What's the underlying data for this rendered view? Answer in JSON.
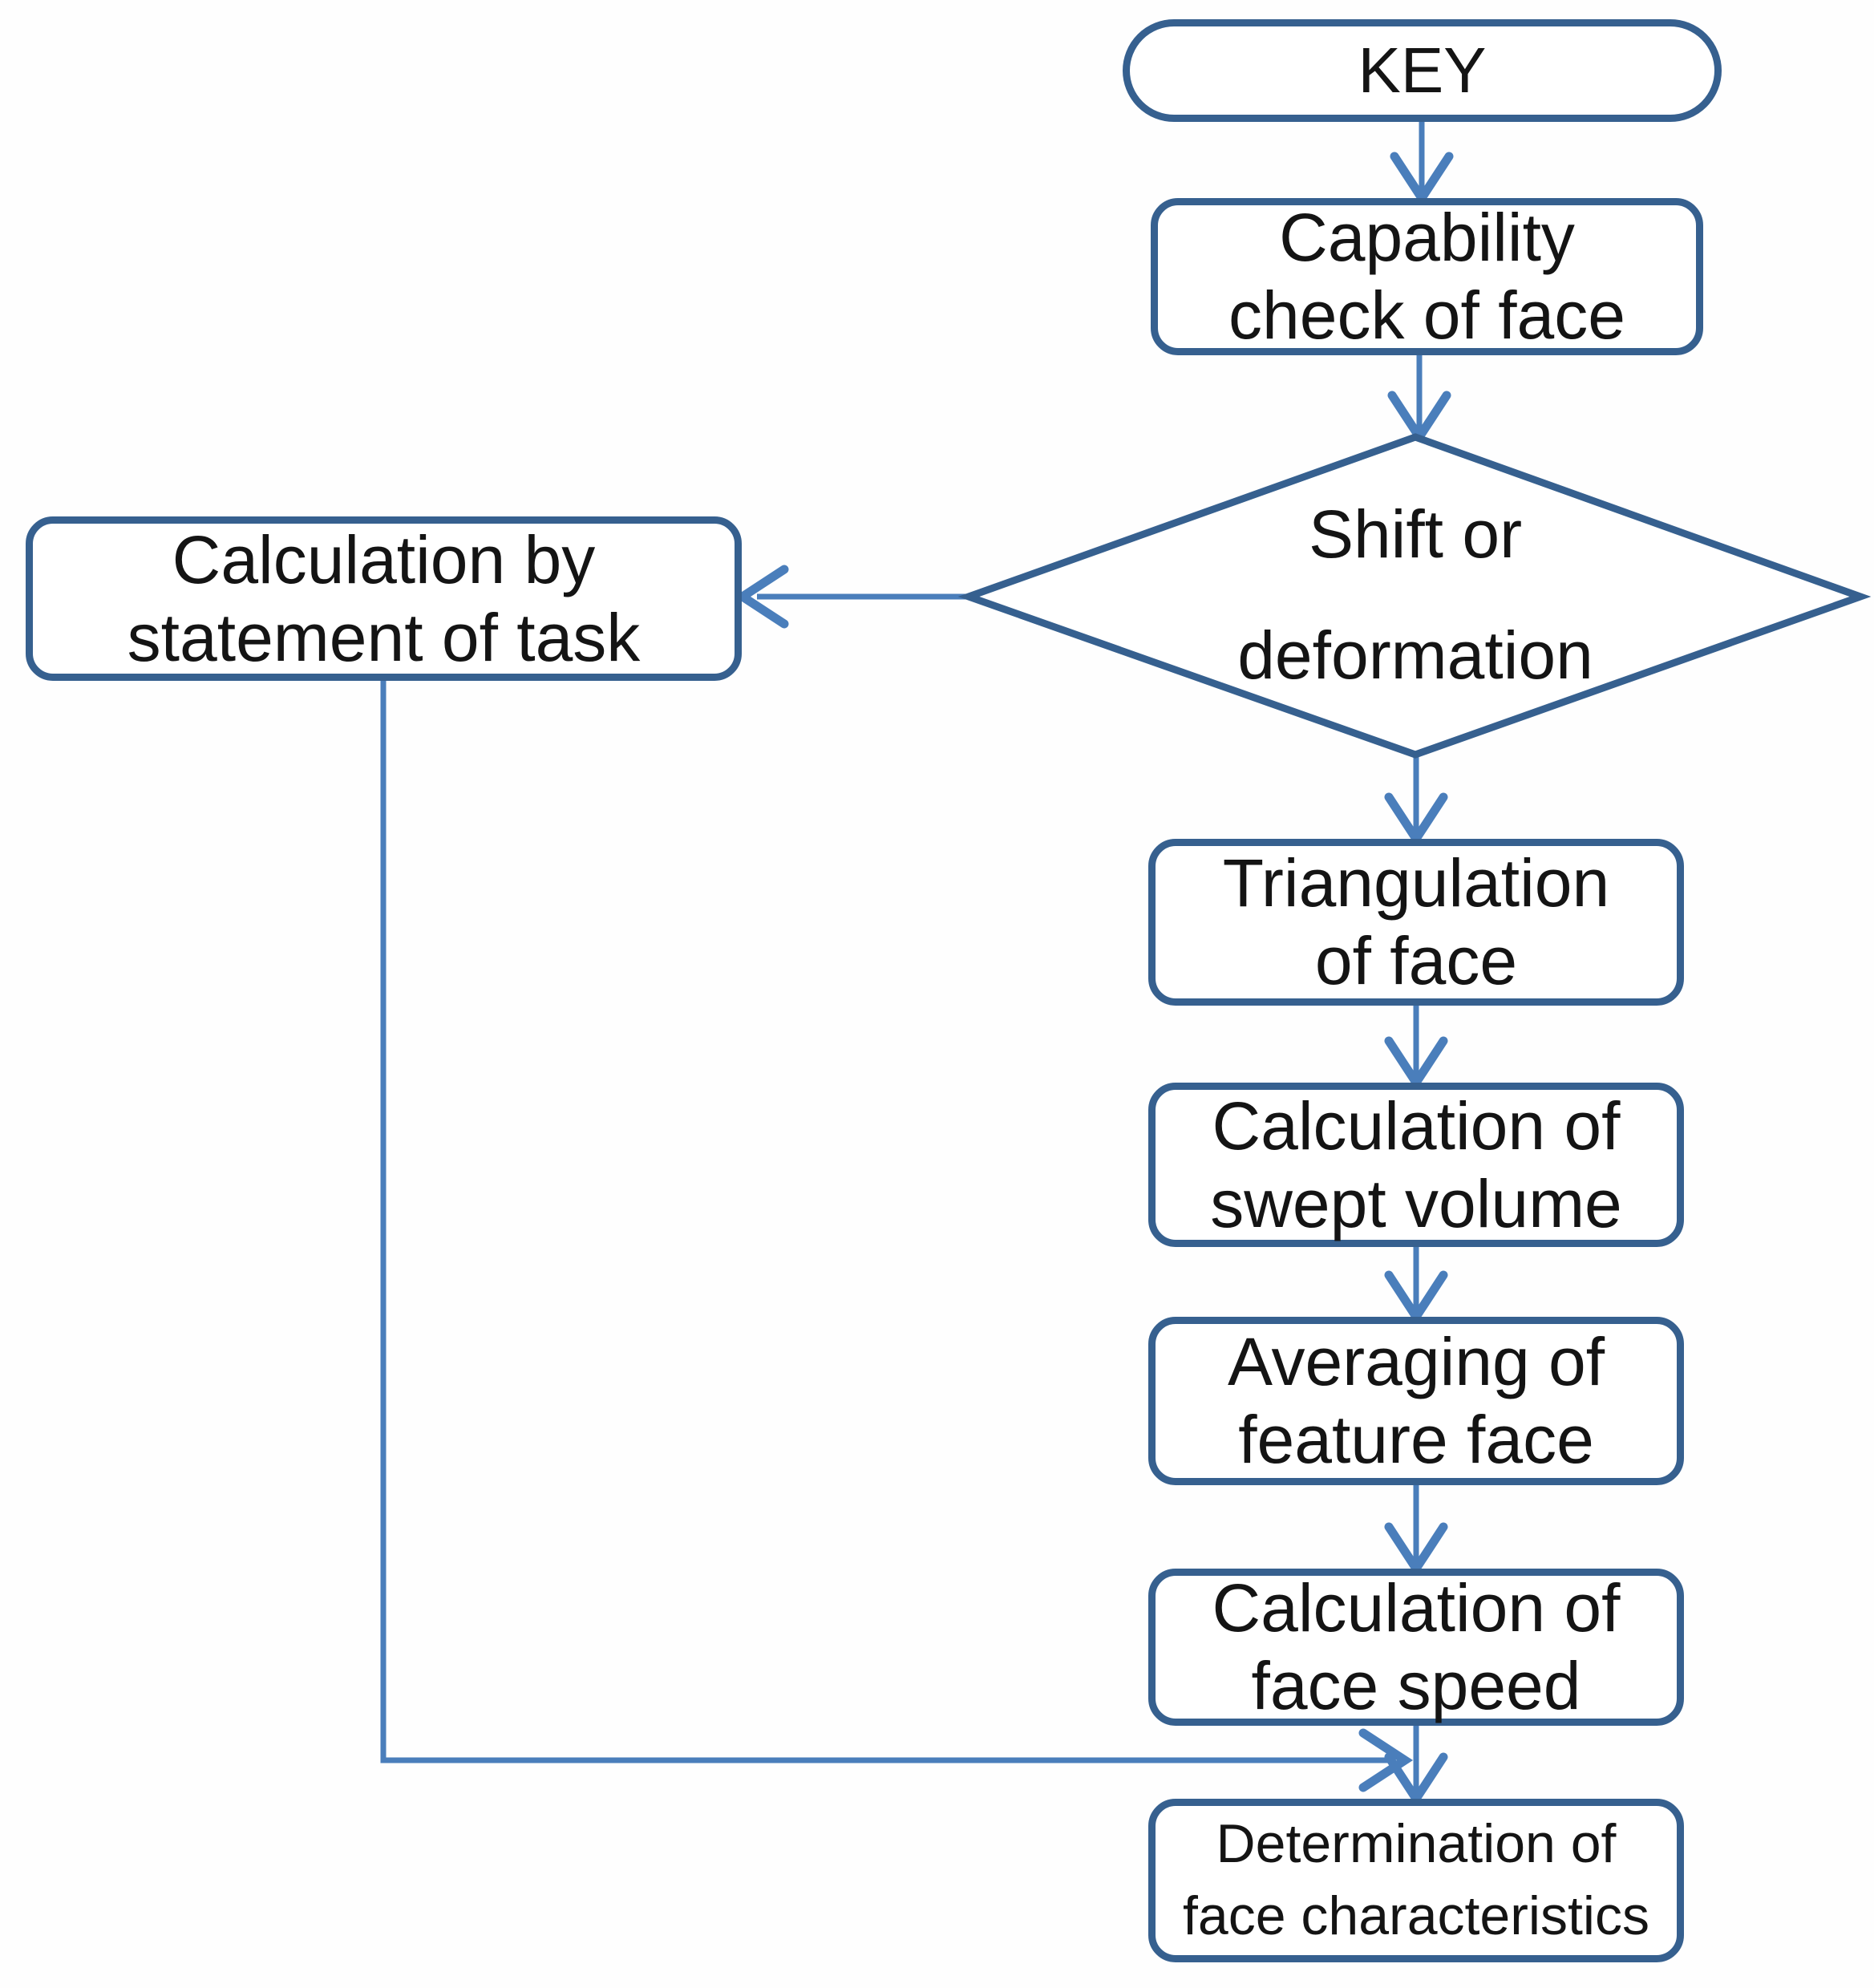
{
  "colors": {
    "shape_border": "#36608f",
    "connector": "#4a7ebb",
    "text": "#141414",
    "background": "#fefefe"
  },
  "nodes": {
    "key": {
      "label": "KEY",
      "shape": "stadium"
    },
    "capability": {
      "label": "Capability\ncheck of face",
      "shape": "rounded-rect"
    },
    "shift": {
      "label": "Shift or\ndeformation",
      "shape": "diamond"
    },
    "calc_task": {
      "label": "Calculation by\nstatement of task",
      "shape": "rounded-rect"
    },
    "triangulation": {
      "label": "Triangulation\nof face",
      "shape": "rounded-rect"
    },
    "swept": {
      "label": "Calculation of\nswept volume",
      "shape": "rounded-rect"
    },
    "averaging": {
      "label": "Averaging of\nfeature face",
      "shape": "rounded-rect"
    },
    "face_speed": {
      "label": "Calculation of\nface speed",
      "shape": "rounded-rect"
    },
    "determination": {
      "label": "Determination of\nface characteristics",
      "shape": "rounded-rect"
    }
  },
  "edges": [
    {
      "from": "KEY",
      "to": "Capability check of face"
    },
    {
      "from": "Capability check of face",
      "to": "Shift or deformation"
    },
    {
      "from": "Shift or deformation",
      "to": "Calculation by statement of task"
    },
    {
      "from": "Shift or deformation",
      "to": "Triangulation of face"
    },
    {
      "from": "Triangulation of face",
      "to": "Calculation of swept volume"
    },
    {
      "from": "Calculation of swept volume",
      "to": "Averaging of feature face"
    },
    {
      "from": "Averaging of feature face",
      "to": "Calculation of face speed"
    },
    {
      "from": "Calculation of face speed",
      "to": "Determination of face characteristics"
    },
    {
      "from": "Calculation by statement of task",
      "to": "Determination of face characteristics"
    }
  ]
}
